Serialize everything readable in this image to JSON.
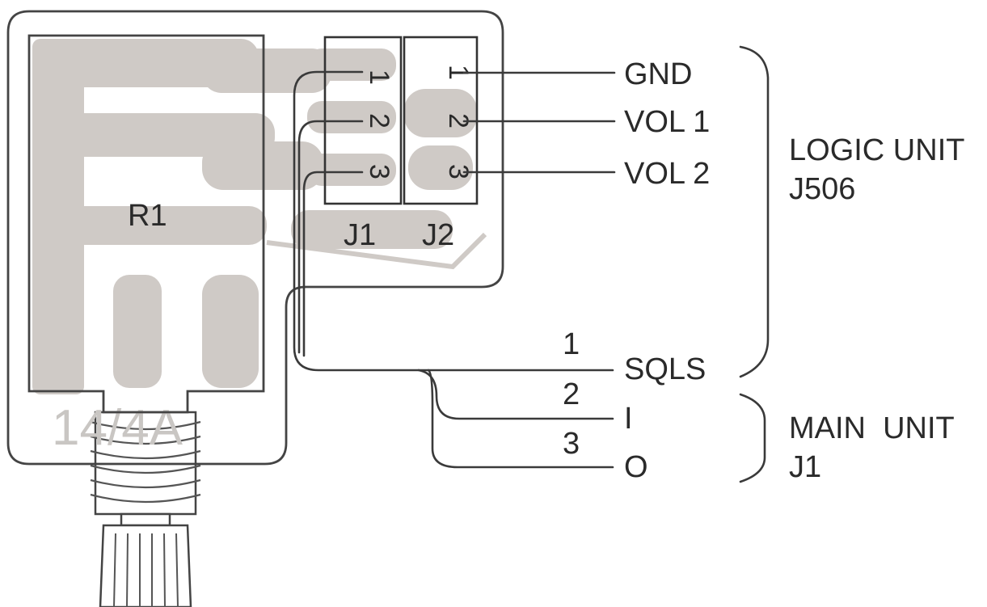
{
  "diagram": {
    "board": {
      "resistor_label": "R1",
      "marking": "14/4A",
      "connectors": [
        {
          "label": "J1",
          "pins": [
            "1",
            "2",
            "3"
          ]
        },
        {
          "label": "J2",
          "pins": [
            "1",
            "2",
            "3"
          ]
        }
      ]
    },
    "signals": [
      {
        "name": "GND"
      },
      {
        "name": "VOL 1"
      },
      {
        "name": "VOL 2"
      },
      {
        "pin": "1",
        "name": "SQLS"
      },
      {
        "pin": "2",
        "name": "I"
      },
      {
        "pin": "3",
        "name": "O"
      }
    ],
    "groups": [
      {
        "line1": "LOGIC UNIT",
        "line2": "J506"
      },
      {
        "line1": "MAIN  UNIT",
        "line2": "J1"
      }
    ]
  }
}
